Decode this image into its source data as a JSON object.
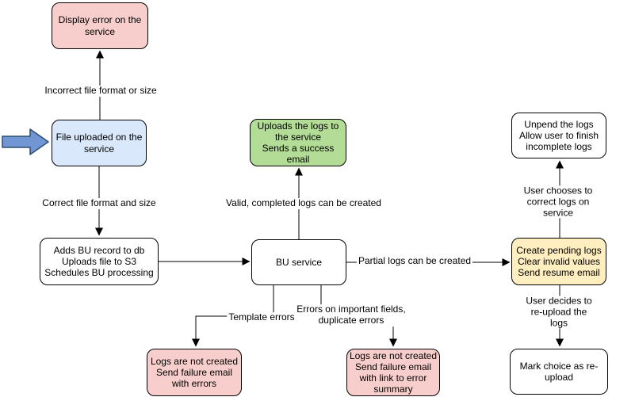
{
  "diagram": {
    "type": "flowchart",
    "nodes": [
      {
        "id": "display-error",
        "label": "Display error on the\nservice",
        "fill": "#f8cecc"
      },
      {
        "id": "file-uploaded",
        "label": "File uploaded on the\nservice",
        "fill": "#dae8fc"
      },
      {
        "id": "uploads-logs-success",
        "label": "Uploads the logs to\nthe service\nSends a success\nemail",
        "fill": "#b3dc96"
      },
      {
        "id": "adds-bu-record",
        "label": "Adds BU record to db\nUploads file to S3\nSchedules BU processing",
        "fill": "#ffffff"
      },
      {
        "id": "bu-service",
        "label": "BU service",
        "fill": "#ffffff"
      },
      {
        "id": "unpend-logs",
        "label": "Unpend the logs\nAllow user to finish\nincomplete logs",
        "fill": "#ffffff"
      },
      {
        "id": "create-pending-logs",
        "label": "Create pending logs\nClear invalid values\nSend resume email",
        "fill": "#ffeec0"
      },
      {
        "id": "mark-reupload",
        "label": "Mark choice as re-\nupload",
        "fill": "#ffffff"
      },
      {
        "id": "logs-not-created-errors",
        "label": "Logs are not created\nSend failure email\nwith errors",
        "fill": "#f8cecc"
      },
      {
        "id": "logs-not-created-summary",
        "label": "Logs are not created\nSend failure email\nwith link to error\nsummary",
        "fill": "#f8cecc"
      }
    ],
    "edge_labels": [
      {
        "id": "incorrect-format",
        "text": "Incorrect file format or size"
      },
      {
        "id": "correct-format",
        "text": "Correct file format and size"
      },
      {
        "id": "valid-completed",
        "text": "Valid, completed logs can be created"
      },
      {
        "id": "partial-logs",
        "text": "Partial logs can be created"
      },
      {
        "id": "template-errors",
        "text": "Template errors"
      },
      {
        "id": "important-field-errors",
        "text": "Errors on important fields,\nduplicate errors"
      },
      {
        "id": "user-chooses-correct",
        "text": "User chooses to correct logs on service"
      },
      {
        "id": "user-decides-reupload",
        "text": "User decides to re-upload the logs"
      }
    ],
    "colors": {
      "node_stroke": "#000000",
      "edge": "#000000",
      "entry_arrow_fill": "#7296d3",
      "entry_arrow_stroke": "#2c4d6e"
    }
  }
}
